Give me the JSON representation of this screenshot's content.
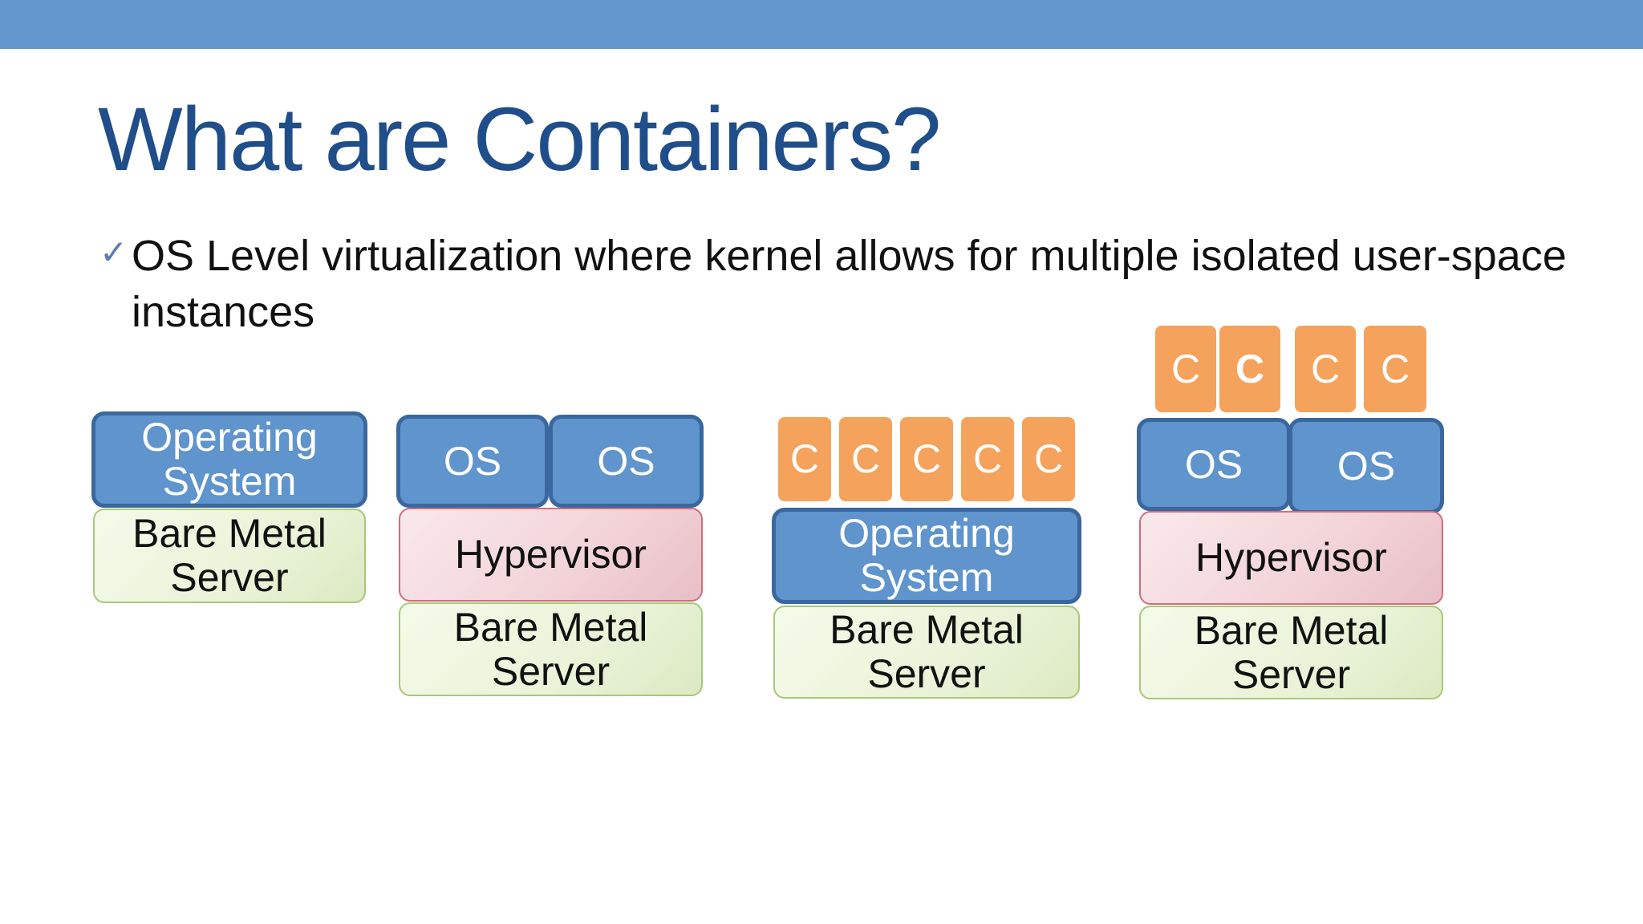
{
  "slide": {
    "title": "What are Containers?",
    "bullet": "OS Level virtualization where kernel allows for multiple isolated user-space  instances",
    "bullet_icon": "checkmark-icon",
    "accent_color": "#6396cc"
  },
  "diagram1": {
    "os": "Operating System",
    "bare": "Bare Metal Server"
  },
  "diagram2": {
    "os1": "OS",
    "os2": "OS",
    "hypervisor": "Hypervisor",
    "bare": "Bare Metal Server"
  },
  "diagram3": {
    "containers": [
      "C",
      "C",
      "C",
      "C",
      "C"
    ],
    "os": "Operating System",
    "bare": "Bare Metal Server"
  },
  "diagram4": {
    "containers": [
      "C",
      "C",
      "C",
      "C"
    ],
    "os1": "OS",
    "os2": "OS",
    "hypervisor": "Hypervisor",
    "bare": "Bare Metal Server"
  },
  "colors": {
    "os_fill": "#5f94cd",
    "os_border": "#3a679e",
    "container_fill": "#f5a25c",
    "hypervisor_fill": "#f2d3d8",
    "bare_metal_fill": "#eaf3d8",
    "title_color": "#1f4e8a"
  }
}
